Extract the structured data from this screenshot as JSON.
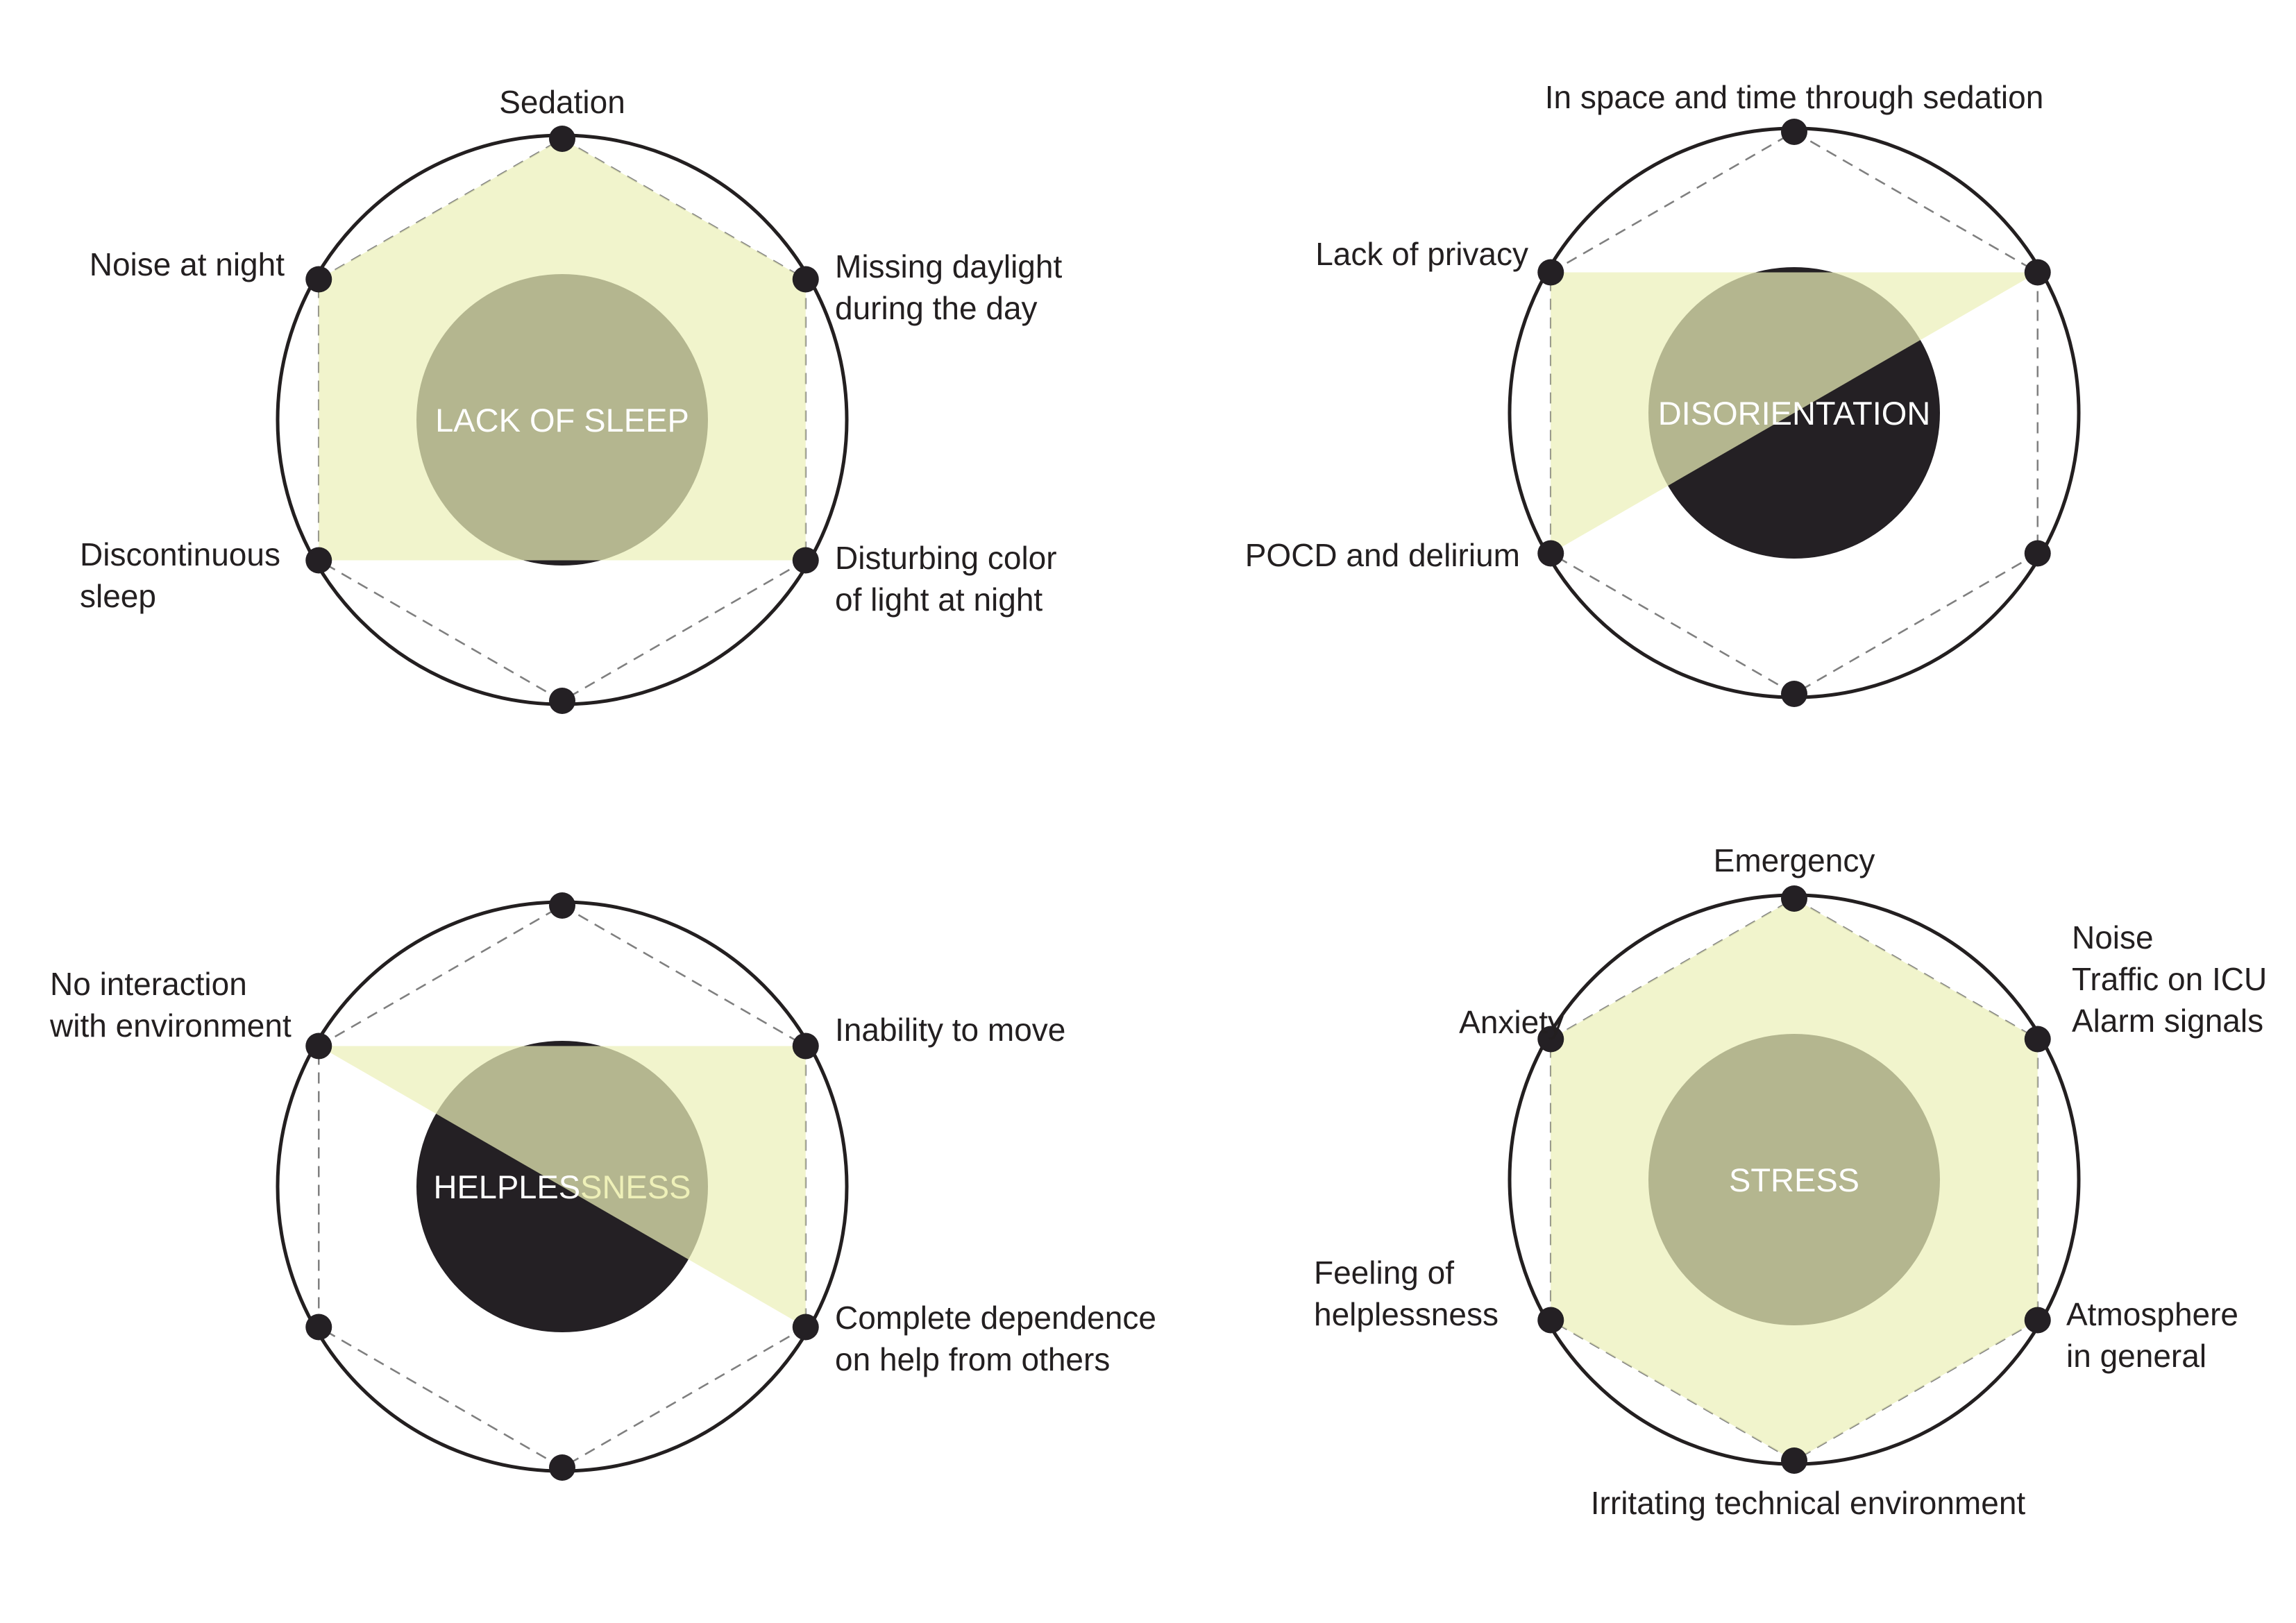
{
  "colors": {
    "fill": "#ecf0b8",
    "core": "#242024",
    "outline": "#231f20",
    "dash": "#7f7f7f",
    "center_text": "#ffffff",
    "helplessness_text_overlap": "#eef0b8",
    "background": "#ffffff"
  },
  "diagrams": [
    {
      "id": "lack-of-sleep",
      "center_label": "LACK OF SLEEP",
      "highlighted": [
        0,
        1,
        2,
        4,
        5
      ],
      "nodes": [
        {
          "lines": [
            "Sedation"
          ]
        },
        {
          "lines": [
            "Missing daylight",
            "during the day"
          ]
        },
        {
          "lines": [
            "Disturbing color",
            "of light at night"
          ]
        },
        {
          "lines": []
        },
        {
          "lines": [
            "Discontinuous",
            "sleep"
          ]
        },
        {
          "lines": [
            "Noise at night"
          ]
        }
      ]
    },
    {
      "id": "disorientation",
      "center_label": "DISORIENTATION",
      "highlighted": [
        1,
        4,
        5
      ],
      "nodes": [
        {
          "lines": [
            "In space and time through sedation"
          ]
        },
        {
          "lines": []
        },
        {
          "lines": []
        },
        {
          "lines": []
        },
        {
          "lines": [
            "POCD and delirium"
          ]
        },
        {
          "lines": [
            "Lack of privacy"
          ]
        }
      ]
    },
    {
      "id": "helplessness",
      "center_label": "HELPLESSNESS",
      "highlighted": [
        1,
        2,
        5
      ],
      "nodes": [
        {
          "lines": []
        },
        {
          "lines": [
            "Inability to move"
          ]
        },
        {
          "lines": [
            "Complete dependence",
            "on help from others"
          ]
        },
        {
          "lines": []
        },
        {
          "lines": []
        },
        {
          "lines": [
            "No interaction",
            "with environment"
          ]
        }
      ]
    },
    {
      "id": "stress",
      "center_label": "STRESS",
      "highlighted": [
        0,
        1,
        2,
        3,
        4,
        5
      ],
      "nodes": [
        {
          "lines": [
            "Emergency"
          ]
        },
        {
          "lines": [
            "Noise",
            "Traffic on ICU",
            "Alarm signals"
          ]
        },
        {
          "lines": [
            "Atmosphere",
            "in general"
          ]
        },
        {
          "lines": [
            "Irritating technical environment"
          ]
        },
        {
          "lines": [
            "Feeling of",
            "helplessness"
          ]
        },
        {
          "lines": [
            "Anxiety"
          ]
        }
      ]
    }
  ]
}
